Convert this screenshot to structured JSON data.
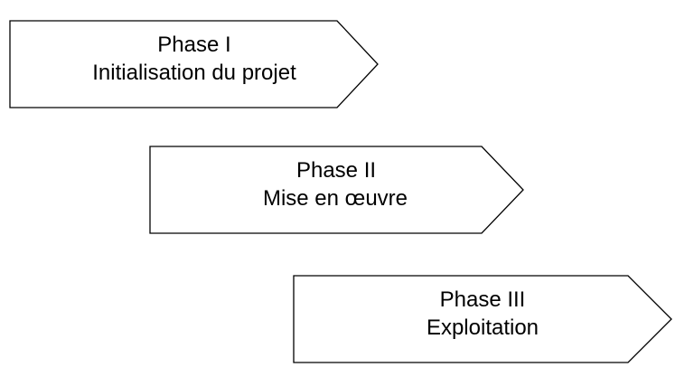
{
  "phases": [
    {
      "title": "Phase I",
      "subtitle": "Initialisation du projet"
    },
    {
      "title": "Phase II",
      "subtitle": "Mise en œuvre"
    },
    {
      "title": "Phase III",
      "subtitle": "Exploitation"
    }
  ]
}
